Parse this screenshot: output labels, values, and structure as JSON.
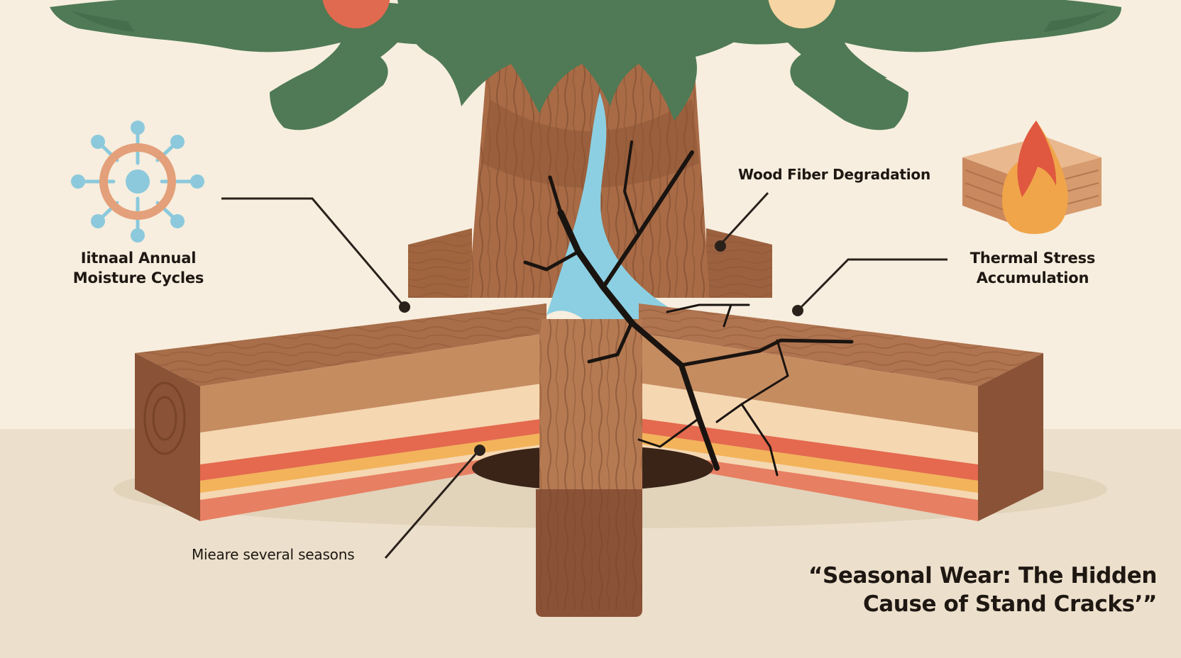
{
  "labels": {
    "moisture": {
      "line1": "Iitnaal Annual",
      "line2": "Moisture Cycles"
    },
    "fiber": "Wood Fiber Degradation",
    "thermal": {
      "line1": "Thermal Stress",
      "line2": "Accumulation"
    },
    "seasons": "Mie​are several seasons"
  },
  "title": {
    "line1": "“Seasonal Wear: The Hidden",
    "line2": "Cause of Stand Cracks’”"
  },
  "icons": {
    "moisture": "moisture-molecule-icon",
    "thermal": "wood-block-flame-icon"
  },
  "colors": {
    "background": "#f7eedf",
    "floor": "#ece0cc",
    "foliage": "#4f7a55",
    "wood_dark": "#8a5236",
    "wood_mid": "#a86e49",
    "wood_light": "#d7a075",
    "water": "#8ccfe2",
    "crack": "#1a1410",
    "heat_band": "#e4694e",
    "heat_band_light": "#f2b35a",
    "ornament_red": "#e06a4f",
    "ornament_cream": "#f7d4a3"
  }
}
